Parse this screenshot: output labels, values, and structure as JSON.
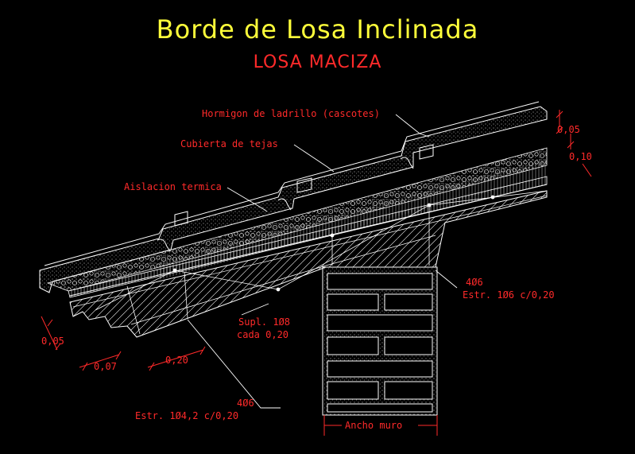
{
  "title": "Borde de Losa Inclinada",
  "subtitle": "LOSA MACIZA",
  "labels": {
    "hormigon": "Hormigon de ladrillo (cascotes)",
    "cubierta": "Cubierta de tejas",
    "aislacion": "Aislacion termica",
    "dim_005_right": "0,05",
    "dim_010_right": "0,10",
    "dim_005_left": "0,05",
    "dim_007": "0,07",
    "dim_020": "0,20",
    "supl_line1": "Supl. 1Ø8",
    "supl_line2": "cada 0,20",
    "rebar_right_1": "4Ø6",
    "rebar_right_2": "Estr. 1Ø6 c/0,20",
    "rebar_left_1": "4Ø6",
    "rebar_left_2": "Estr. 1Ø4,2 c/0,20",
    "ancho_muro": "Ancho muro"
  },
  "colors": {
    "background": "#000000",
    "title": "#ffff3a",
    "annotation": "#ff2a2a",
    "linework": "#ffffff"
  }
}
